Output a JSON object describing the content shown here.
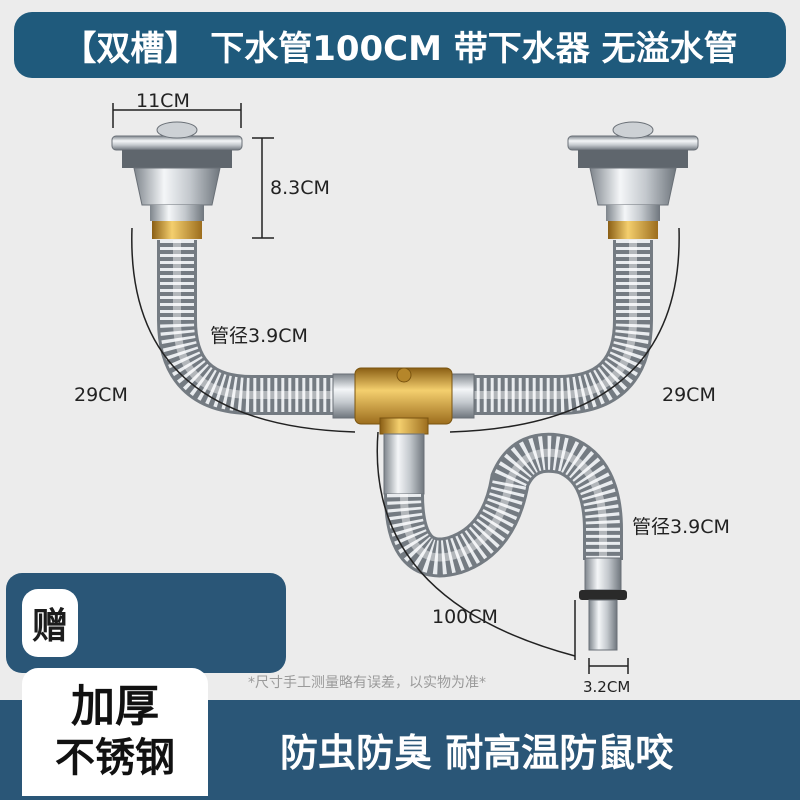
{
  "banner": {
    "title": "【双槽】 下水管100CM  带下水器 无溢水管"
  },
  "dimensions": {
    "strainer_width": "11CM",
    "strainer_height": "8.3CM",
    "pipe_diameter_top": "管径3.9CM",
    "left_length": "29CM",
    "right_length": "29CM",
    "pipe_diameter_drain": "管径3.9CM",
    "drain_length": "100CM",
    "outlet_diameter": "3.2CM"
  },
  "gift": {
    "label": "赠"
  },
  "note": "*尺寸手工测量略有误差，以实物为准*",
  "badge": {
    "line1": "加厚",
    "line2": "不锈钢"
  },
  "features": "防虫防臭 耐高温防鼠咬",
  "colors": {
    "brand_blue": "#1f5a7c",
    "band_blue": "#2a5677",
    "background": "#ececec",
    "brass": "#c9952f",
    "steel": "#b9bdc2"
  }
}
